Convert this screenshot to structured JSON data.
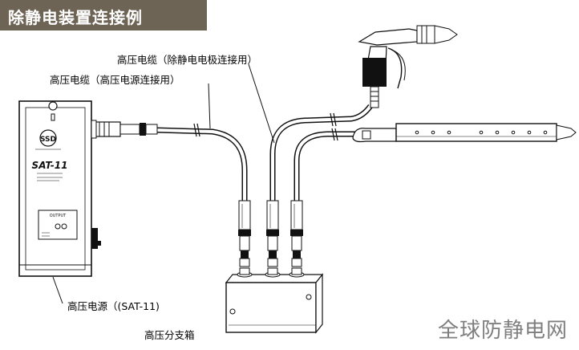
{
  "title": "除静电装置连接例",
  "labels": {
    "cable_electrode": "高压电缆（除静电电极连接用）",
    "cable_power": "高压电缆（高压电源连接用）",
    "power_supply": "高压电源（(SAT-11)",
    "junction_box": "高压分支箱"
  },
  "device": {
    "logo": "SSD",
    "model": "SAT-11",
    "panel_label": "OUTPUT"
  },
  "watermark": "全球防静电网"
}
